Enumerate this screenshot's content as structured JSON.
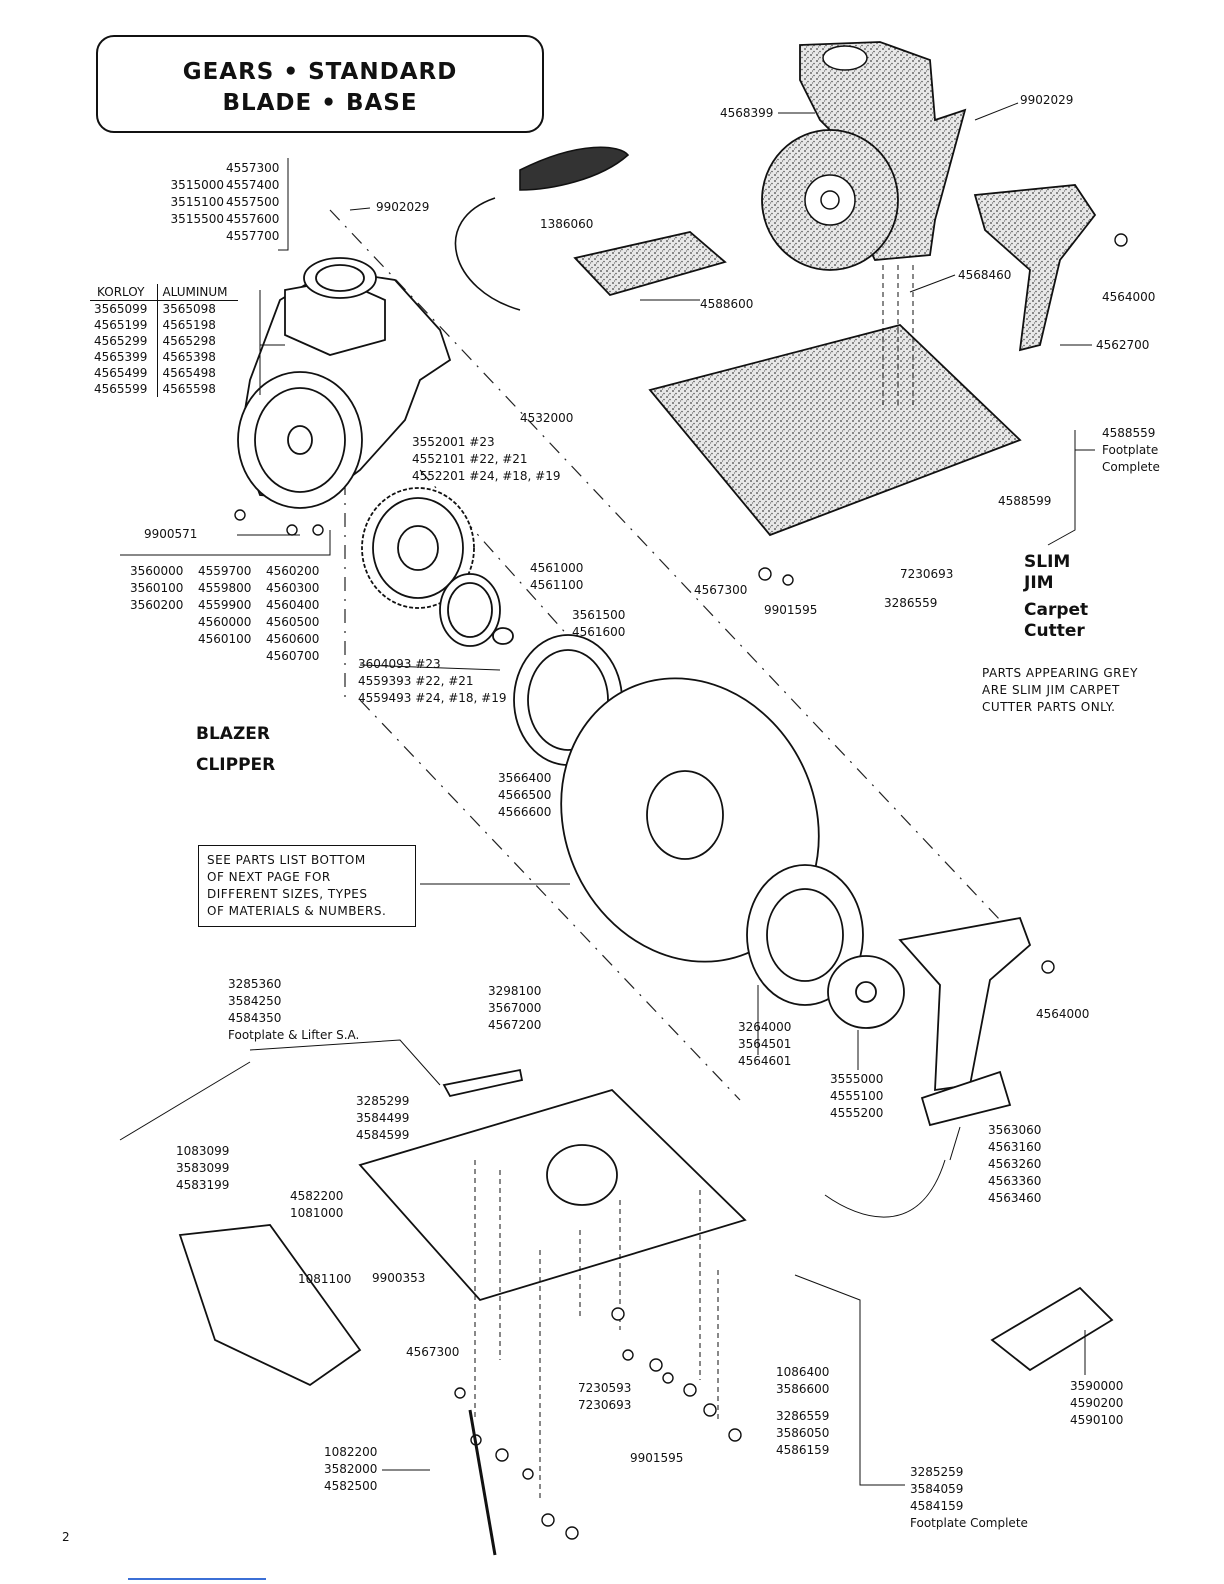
{
  "title": {
    "line1": "GEARS • STANDARD",
    "line2": "BLADE • BASE"
  },
  "headings": {
    "slim_jim_1": "SLIM",
    "slim_jim_2": "JIM",
    "carpet_1": "Carpet",
    "carpet_2": "Cutter",
    "blazer": "BLAZER",
    "clipper": "CLIPPER"
  },
  "grey_note": [
    "PARTS APPEARING GREY",
    "ARE SLIM JIM CARPET",
    "CUTTER PARTS ONLY."
  ],
  "see_note": [
    "SEE PARTS LIST BOTTOM",
    "OF NEXT PAGE FOR",
    "DIFFERENT SIZES, TYPES",
    "OF MATERIALS & NUMBERS."
  ],
  "korloy_table": {
    "headers": [
      "KORLOY",
      "ALUMINUM"
    ],
    "rows": [
      [
        "3565099",
        "3565098"
      ],
      [
        "4565199",
        "4565198"
      ],
      [
        "4565299",
        "4565298"
      ],
      [
        "4565399",
        "4565398"
      ],
      [
        "4565499",
        "4565498"
      ],
      [
        "4565599",
        "4565598"
      ]
    ]
  },
  "gear_table": {
    "col1": [
      "3560000",
      "3560100",
      "3560200"
    ],
    "col2": [
      "4559700",
      "4559800",
      "4559900",
      "4560000",
      "4560100"
    ],
    "col3": [
      "4560200",
      "4560300",
      "4560400",
      "4560500",
      "4560600",
      "4560700"
    ]
  },
  "labels": {
    "g1_left": [
      "3515000",
      "3515100",
      "3515500"
    ],
    "g1_right": [
      "4557300",
      "4557400",
      "4557500",
      "4557600",
      "4557700"
    ],
    "p9902029_a": "9902029",
    "p1386060": "1386060",
    "p4588600": "4588600",
    "p4568399": "4568399",
    "p9902029_b": "9902029",
    "p4568460": "4568460",
    "p4564000_a": "4564000",
    "p4562700": "4562700",
    "p4532000": "4532000",
    "shaft": [
      "3552001 #23",
      "4552101 #22, #21",
      "4552201 #24, #18, #19"
    ],
    "footplate_complete_top": [
      "4588559",
      "Footplate",
      "Complete"
    ],
    "p4588599": "4588599",
    "p9900571": "9900571",
    "p7230693": "7230693",
    "p4567300_a": "4567300",
    "p3286559": "3286559",
    "p9901595_a": "9901595",
    "bearing": [
      "4561000",
      "4561100"
    ],
    "screw": [
      "3561500",
      "4561600"
    ],
    "arbor": [
      "3604093 #23",
      "4559393 #22, #21",
      "4559493 #24, #18, #19"
    ],
    "flange": [
      "3566400",
      "4566500",
      "4566600"
    ],
    "p4564000_b": "4564000",
    "footplate_lifter": [
      "3285360",
      "3584250",
      "4584350",
      "Footplate & Lifter S.A."
    ],
    "lifter": [
      "3298100",
      "3567000",
      "4567200"
    ],
    "collar": [
      "3264000",
      "3564501",
      "4564601"
    ],
    "washer": [
      "3555000",
      "4555100",
      "4555200"
    ],
    "base": [
      "3285299",
      "3584499",
      "4584599"
    ],
    "handle": [
      "3563060",
      "4563160",
      "4563260",
      "4563360",
      "4563460"
    ],
    "guard": [
      "1083099",
      "3583099",
      "4583199"
    ],
    "spring": [
      "4582200",
      "1081000"
    ],
    "p1081100": "1081100",
    "p9900353": "9900353",
    "p4567300_b": "4567300",
    "screws_b": [
      "7230593",
      "7230693"
    ],
    "roller_a": [
      "1086400",
      "3586600"
    ],
    "roller_b": [
      "3286559",
      "3586050",
      "4586159"
    ],
    "p9901595_b": "9901595",
    "rod": [
      "1082200",
      "3582000",
      "4582500"
    ],
    "footplate_complete_bottom": [
      "3285259",
      "3584059",
      "4584159",
      "Footplate Complete"
    ],
    "bracket": [
      "3590000",
      "4590200",
      "4590100"
    ]
  },
  "page_number": "2"
}
